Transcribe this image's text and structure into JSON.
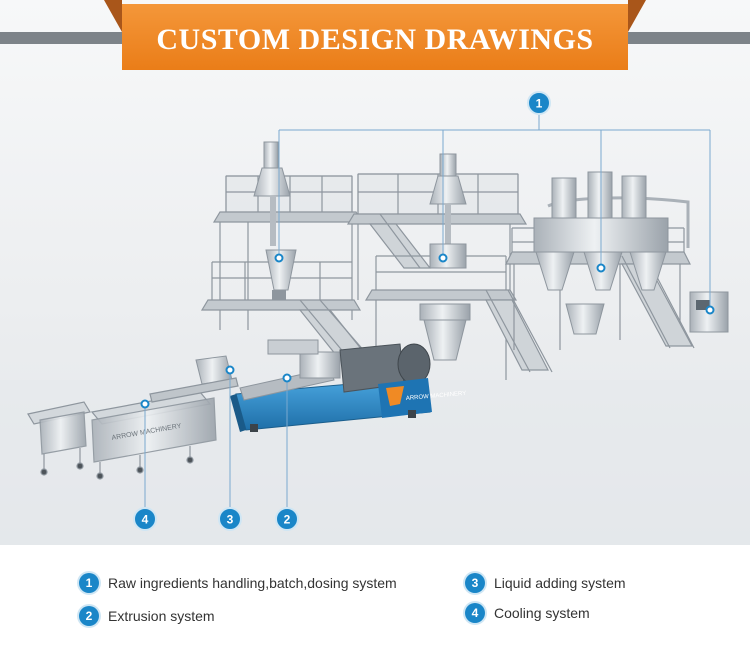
{
  "banner": {
    "title": "CUSTOM DESIGN DRAWINGS"
  },
  "brand": {
    "logo_text": "ARROW MACHINERY"
  },
  "callouts": [
    {
      "number": "1"
    },
    {
      "number": "2"
    },
    {
      "number": "3"
    },
    {
      "number": "4"
    }
  ],
  "legend": [
    {
      "number": "1",
      "label": "Raw ingredients handling,batch,dosing system"
    },
    {
      "number": "2",
      "label": "Extrusion system"
    },
    {
      "number": "3",
      "label": "Liquid adding system"
    },
    {
      "number": "4",
      "label": "Cooling system"
    }
  ],
  "colors": {
    "banner": "#f08a24",
    "banner_dark": "#a9561a",
    "accent_blue": "#1a86c8",
    "steel": "#c9ced3",
    "extruder_blue": "#2f8fd0"
  }
}
